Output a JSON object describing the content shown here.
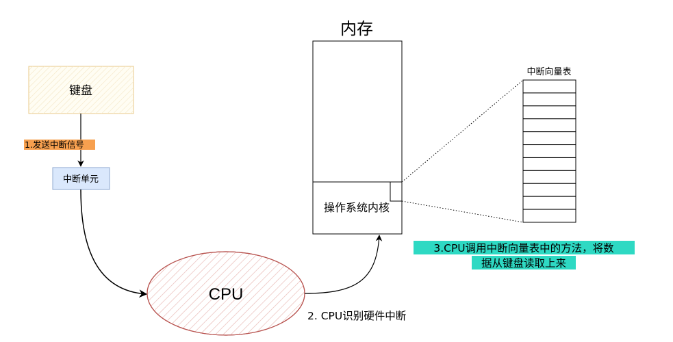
{
  "keyboard": {
    "label": "键盘"
  },
  "step1": {
    "label": "1.发送中断信号"
  },
  "interrupt_unit": {
    "label": "中断单元"
  },
  "cpu": {
    "label": "CPU"
  },
  "step2": {
    "label": "2. CPU识别硬件中断"
  },
  "memory": {
    "title": "内存",
    "kernel_label": "操作系统内核"
  },
  "vector_table": {
    "title": "中断向量表",
    "rows": 11
  },
  "step3": {
    "line1": "3.CPU调用中断向量表中的方法，将数",
    "line2": "据从键盘读取上来"
  },
  "colors": {
    "keyboard_border": "#e8c98a",
    "keyboard_fill": "#fffdf3",
    "step1_highlight": "#f7a04f",
    "interrupt_unit_fill": "#dae8fc",
    "interrupt_unit_border": "#8fa8cf",
    "cpu_border": "#b85450",
    "cpu_hatch": "#e8b6b2",
    "step3_highlight": "#2ed9c3"
  }
}
